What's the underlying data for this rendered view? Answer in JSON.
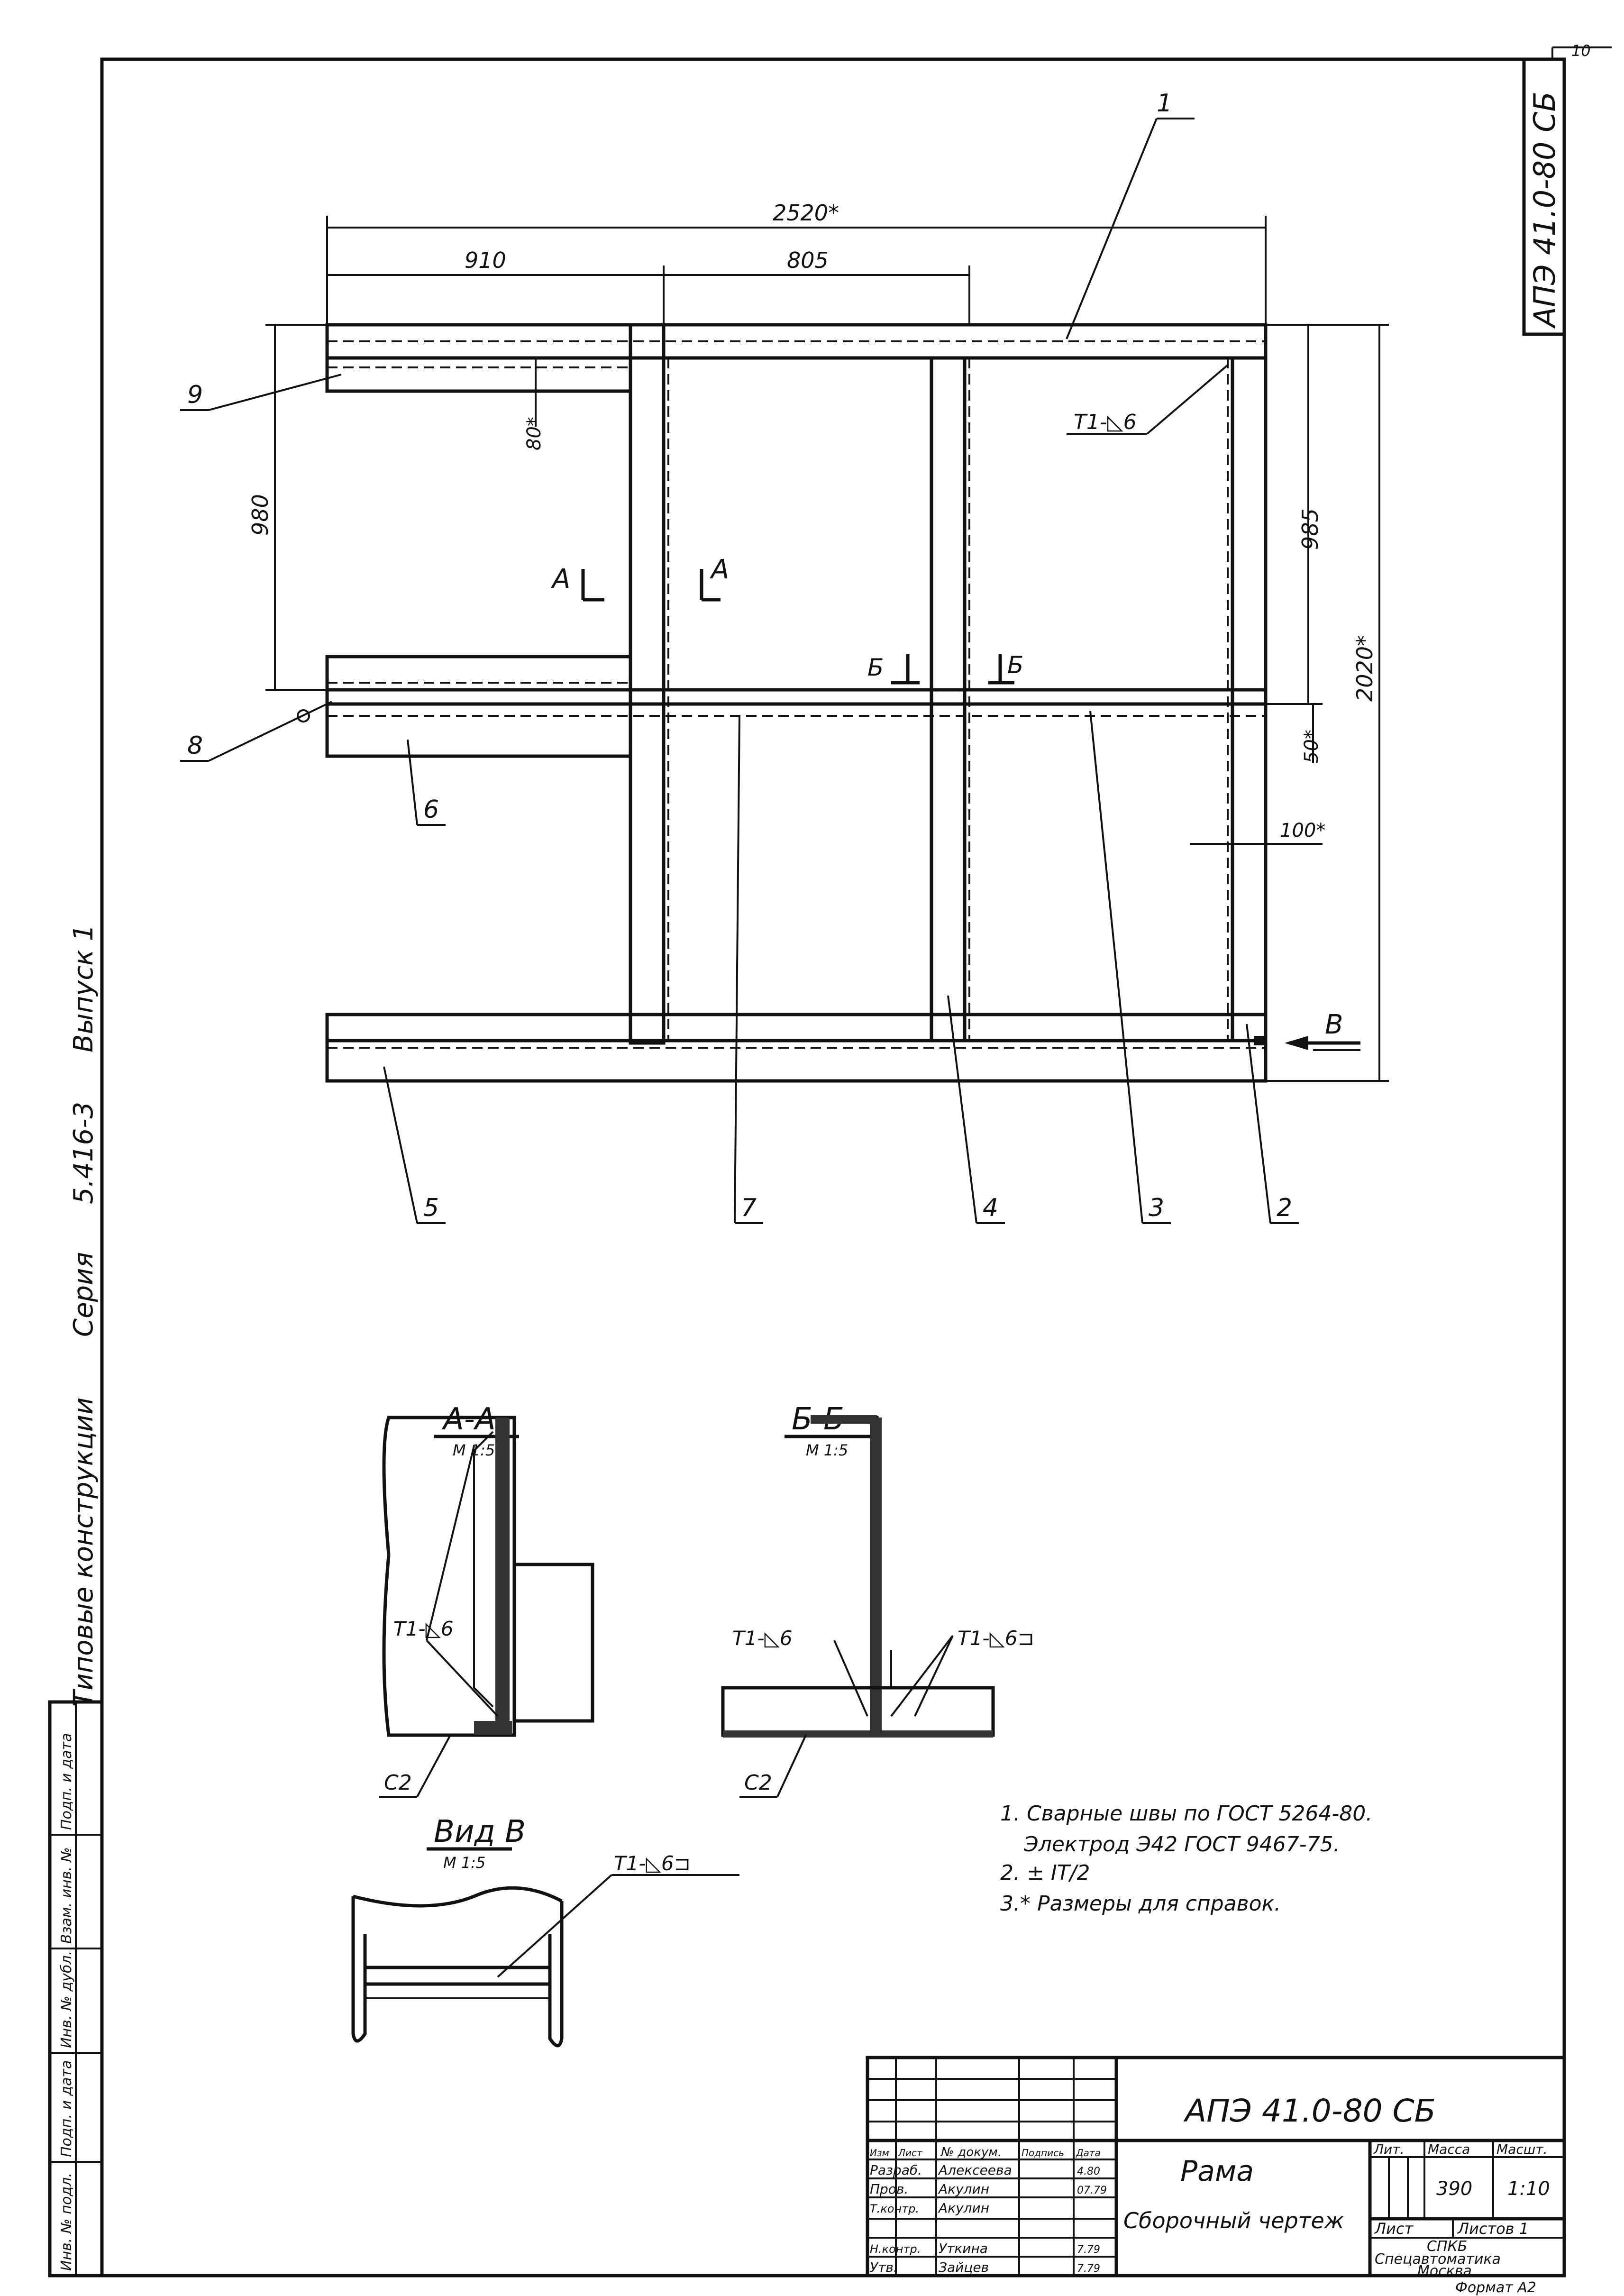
{
  "sheet_number": "10",
  "doc_code": "АПЭ 41.0-80 СБ",
  "side_title": {
    "types": "Типовые конструкции",
    "series_label": "Серия",
    "series": "5.416-3",
    "issue": "Выпуск 1"
  },
  "dimensions": {
    "total_width": "2520*",
    "width_left": "910",
    "width_mid": "805",
    "h_left": "980",
    "h_right": "985",
    "total_height": "2020*",
    "offset_80": "80*",
    "offset_50": "50*",
    "offset_100": "100*"
  },
  "positions": [
    "1",
    "2",
    "3",
    "4",
    "5",
    "6",
    "7",
    "8",
    "9"
  ],
  "weld_main": "Т1-◺6",
  "section_marks": {
    "a": "А",
    "b": "Б",
    "v": "В"
  },
  "sections": {
    "aa_title": "А-А",
    "aa_scale": "М 1:5",
    "aa_weld": "Т1-◺6",
    "aa_c2": "С2",
    "bb_title": "Б-Б",
    "bb_scale": "М 1:5",
    "bb_weld1": "Т1-◺6",
    "bb_weld2": "Т1-◺6⊐",
    "bb_c2": "С2",
    "view_title": "Вид В",
    "view_scale": "М 1:5",
    "view_weld": "Т1-◺6⊐"
  },
  "notes": [
    "1. Сварные швы по ГОСТ 5264-80.",
    "Электрод Э42 ГОСТ 9467-75.",
    "2. ± IT/2",
    "3.* Размеры для справок."
  ],
  "side_stamp": [
    "Подп. и дата",
    "Взам. инв. №",
    "Инв. № дубл.",
    "Подп. и дата",
    "Инв. № подл."
  ],
  "title_block": {
    "code": "АПЭ 41.0-80 СБ",
    "name": "Рама",
    "doc_type": "Сборочный чертеж",
    "hdr_lit": "Лит.",
    "hdr_mass": "Масса",
    "hdr_scale": "Масшт.",
    "mass": "390",
    "scale": "1:10",
    "sheet_label": "Лист",
    "sheets_label": "Листов 1",
    "org1": "СПКБ",
    "org2": "Спецавтоматика",
    "city": "Москва",
    "format": "Формат А2",
    "col_headers": [
      "Изм",
      "Лист",
      "№ докум.",
      "Подпись",
      "Дата"
    ],
    "roles": [
      {
        "role": "Разраб.",
        "name": "Алексеева",
        "date": "4.80"
      },
      {
        "role": "Пров.",
        "name": "Акулин",
        "date": "07.79"
      },
      {
        "role": "Т.контр.",
        "name": "Акулин",
        "date": ""
      },
      {
        "role": "Н.контр.",
        "name": "Уткина",
        "date": "7.79"
      },
      {
        "role": "Утв.",
        "name": "Зайцев",
        "date": "7.79"
      }
    ]
  }
}
